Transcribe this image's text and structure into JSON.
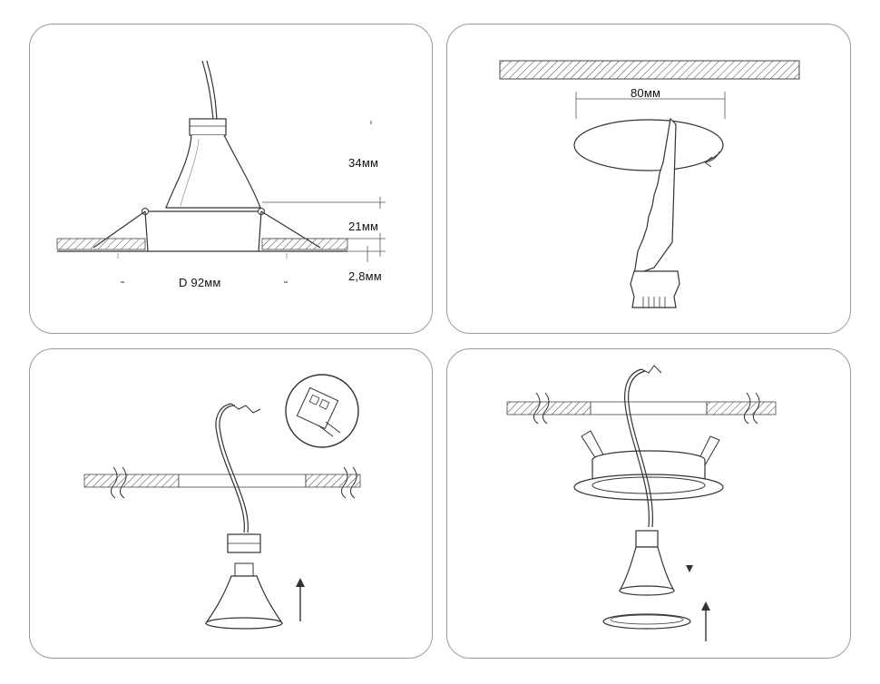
{
  "panel1": {
    "dim_height_lamp": "34мм",
    "dim_height_body": "21мм",
    "dim_flange": "2,8мм",
    "dim_diameter": "D 92мм"
  },
  "panel2": {
    "dim_cutout": "80мм"
  },
  "colors": {
    "stroke": "#333333",
    "panel_border": "#9a9a9a",
    "hatch": "#444444"
  }
}
